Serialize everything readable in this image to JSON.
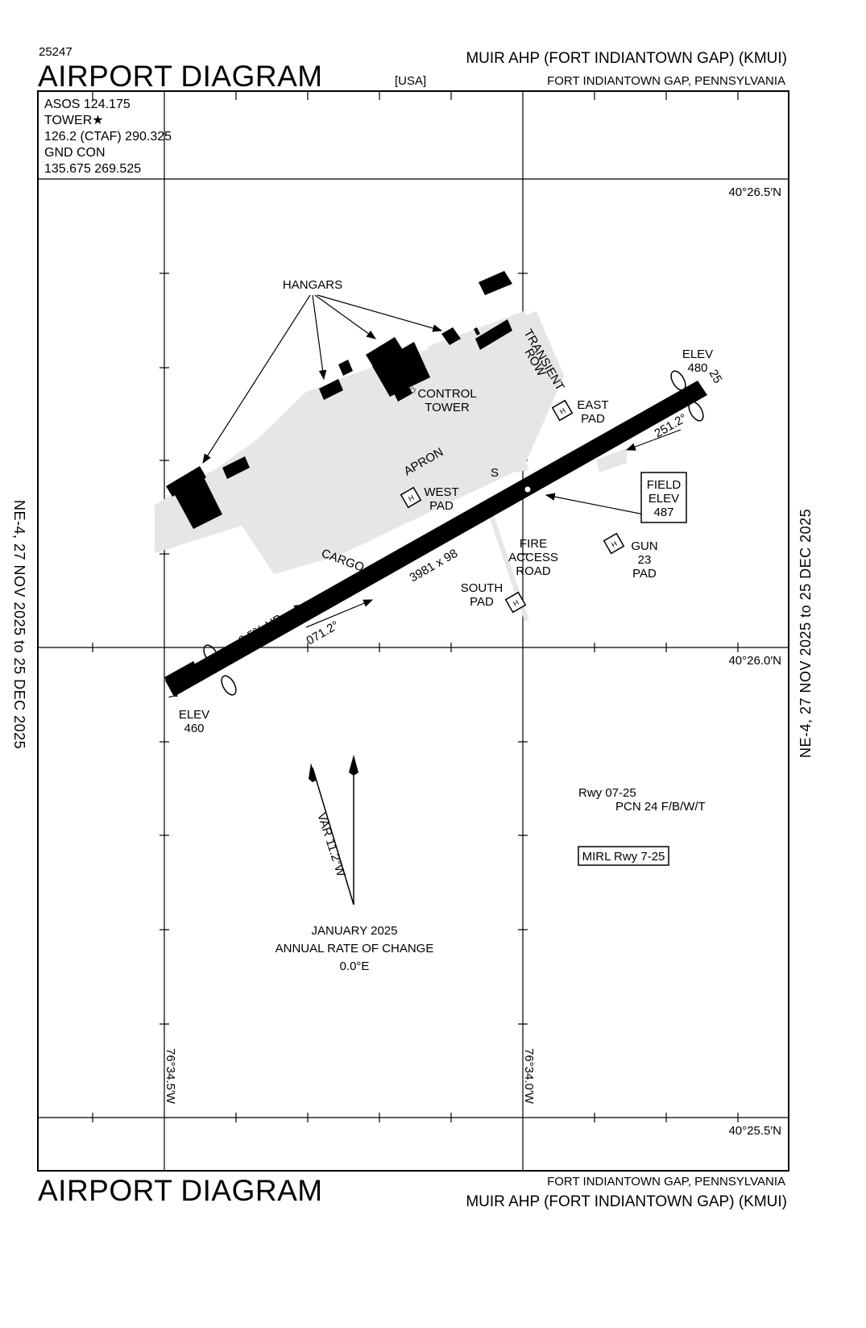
{
  "header": {
    "chart_number": "25247",
    "title": "AIRPORT DIAGRAM",
    "airport_name": "MUIR AHP (FORT INDIANTOWN GAP)   (KMUI)",
    "country": "[USA]",
    "location": "FORT INDIANTOWN GAP, PENNSYLVANIA"
  },
  "frequencies": {
    "line1": "ASOS  124.175",
    "line2": "TOWER",
    "line3": "126.2 (CTAF)   290.325",
    "line4": "GND CON",
    "line5": "135.675  269.525"
  },
  "coordinates": {
    "lat_top": "40°26.5′N",
    "lat_mid": "40°26.0′N",
    "lat_bottom": "40°25.5′N",
    "lon_left": "76°34.5′W",
    "lon_right": "76°34.0′W"
  },
  "effective": {
    "left": "NE-4,  27 NOV 2025  to  25 DEC 2025",
    "right": "NE-4,  27 NOV 2025  to  25 DEC 2025"
  },
  "labels": {
    "hangars": "HANGARS",
    "control_tower_1": "CONTROL",
    "control_tower_2": "TOWER",
    "transient_1": "TRANSIENT",
    "transient_2": "ROW",
    "east_pad_1": "EAST",
    "east_pad_2": "PAD",
    "west_pad_1": "WEST",
    "west_pad_2": "PAD",
    "apron": "APRON",
    "cargo": "CARGO",
    "s_marker": "S",
    "fire_1": "FIRE",
    "fire_2": "ACCESS",
    "fire_3": "ROAD",
    "south_pad_1": "SOUTH",
    "south_pad_2": "PAD",
    "gun_1": "GUN",
    "gun_2": "23",
    "gun_3": "PAD",
    "field_elev_1": "FIELD",
    "field_elev_2": "ELEV",
    "field_elev_3": "487",
    "elev_ne_1": "ELEV",
    "elev_ne_2": "480",
    "elev_sw_1": "ELEV",
    "elev_sw_2": "460",
    "rwy_end_25": "25",
    "rwy_end_7": "7",
    "rwy_dims": "3981 x 98",
    "hdg_071": "071.2°",
    "hdg_251": "251.2°",
    "gradient": "0.5% UP",
    "pcn_1": "Rwy 07-25",
    "pcn_2": "PCN 24 F/B/W/T",
    "mirl": "MIRL Rwy 7-25",
    "var": "VAR 11.2°W",
    "change_1": "JANUARY 2025",
    "change_2": "ANNUAL RATE OF CHANGE",
    "change_3": "0.0°E",
    "helipad_mark": "H"
  },
  "footer": {
    "title": "AIRPORT DIAGRAM",
    "location": "FORT INDIANTOWN GAP, PENNSYLVANIA",
    "airport_name": "MUIR AHP (FORT INDIANTOWN GAP)   (KMUI)"
  },
  "colors": {
    "ink": "#000000",
    "pavement": "#e6e6e6",
    "paper": "#ffffff"
  }
}
